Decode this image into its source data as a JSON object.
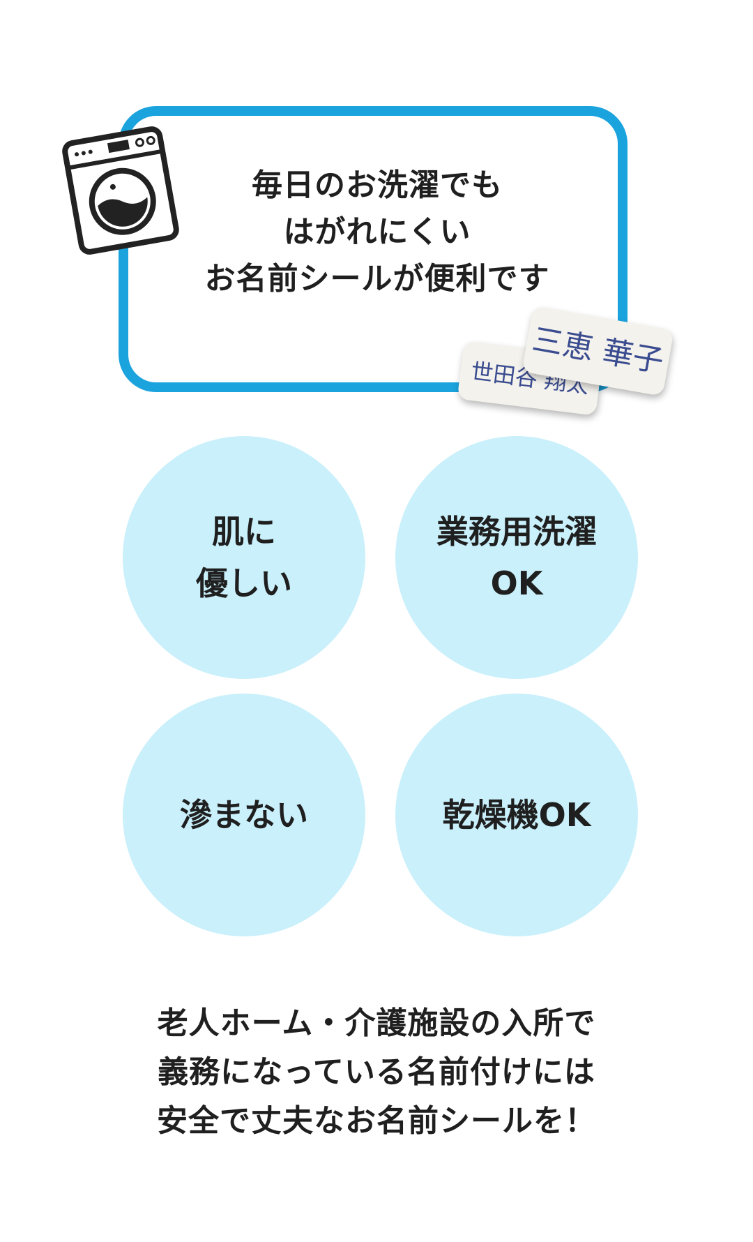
{
  "hero": {
    "lines": [
      "毎日のお洗濯でも",
      "はがれにくい",
      "お名前シールが便利です"
    ]
  },
  "stickers": {
    "front": "三恵 華子",
    "back": "世田谷 翔太"
  },
  "features": [
    {
      "lines": [
        "肌に",
        "優しい"
      ]
    },
    {
      "lines": [
        "業務用洗濯",
        "OK"
      ]
    },
    {
      "lines": [
        "滲まない"
      ]
    },
    {
      "lines": [
        "乾燥機OK"
      ]
    }
  ],
  "footer": {
    "lines": [
      "老人ホーム・介護施設の入所で",
      "義務になっている名前付けには",
      "安全で丈夫なお名前シールを！"
    ]
  },
  "colors": {
    "frame_blue": "#1ba3de",
    "circle_fill": "#c9f0fb",
    "sticker_ink": "#3a4c8f",
    "text": "#1f1f1f"
  },
  "icons": [
    "washing-machine-icon"
  ]
}
